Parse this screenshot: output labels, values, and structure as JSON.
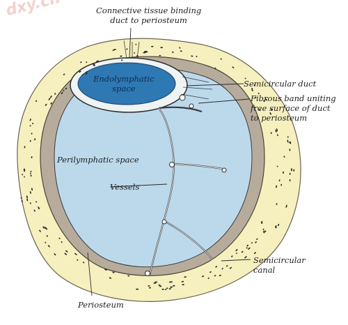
{
  "watermark": "dxy.cn",
  "labels": {
    "connective": [
      "Connective tissue binding",
      "duct to periosteum"
    ],
    "endolymphatic": [
      "Endolymphatic",
      "space"
    ],
    "semicircular_duct": "Semicircular duct",
    "fibrous_band": [
      "Fibrous band uniting",
      "free surface of duct",
      "to periosteum"
    ],
    "perilymphatic": "Perilymphatic space",
    "vessels": "Vessels",
    "semicircular_canal": [
      "Semicircular",
      "canal"
    ],
    "periosteum": "Periosteum"
  },
  "colors": {
    "bone": "#f6f0bf",
    "periosteum": "#b7ab9b",
    "perilymph": "#bcd9ec",
    "endolymph": "#2e78b4",
    "ink": "#2a2a2a"
  }
}
